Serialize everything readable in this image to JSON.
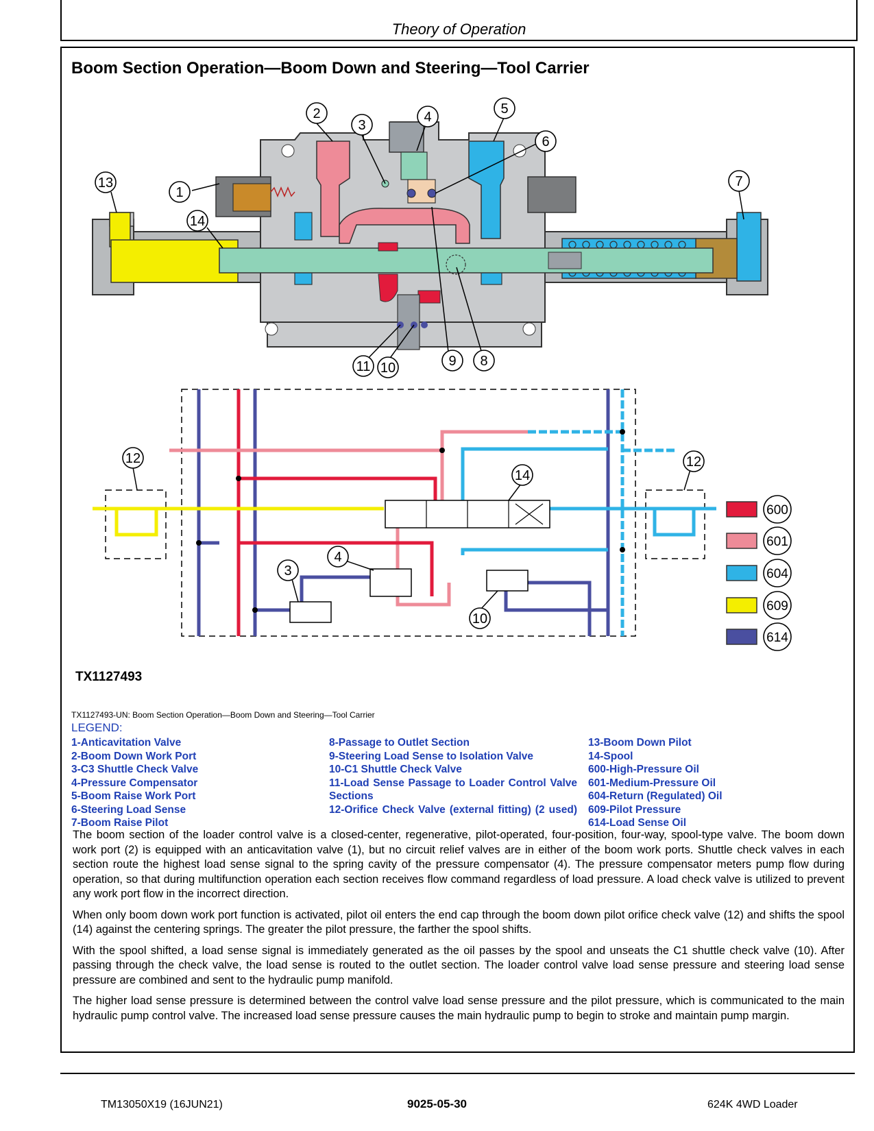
{
  "header": {
    "title": "Theory of Operation"
  },
  "section": {
    "title": "Boom Section Operation—Boom Down and Steering—Tool Carrier"
  },
  "callouts": {
    "c1": "1",
    "c2": "2",
    "c3": "3",
    "c4": "4",
    "c5": "5",
    "c6": "6",
    "c7": "7",
    "c8": "8",
    "c9": "9",
    "c10": "10",
    "c11": "11",
    "c12": "12",
    "c13": "13",
    "c14": "14"
  },
  "color_key": [
    {
      "code": "600",
      "color": "#e21b3c"
    },
    {
      "code": "601",
      "color": "#ee8b98"
    },
    {
      "code": "604",
      "color": "#2fb3e6"
    },
    {
      "code": "609",
      "color": "#f4ee00"
    },
    {
      "code": "614",
      "color": "#4a4fa0"
    }
  ],
  "figure": {
    "id": "TX1127493",
    "caption": "TX1127493-UN: Boom Section Operation—Boom Down and Steering—Tool Carrier"
  },
  "legend": {
    "heading": "LEGEND:",
    "col1": [
      "1-Anticavitation Valve",
      "2-Boom Down Work Port",
      "3-C3 Shuttle Check Valve",
      "4-Pressure Compensator",
      "5-Boom Raise Work Port",
      "6-Steering Load Sense",
      "7-Boom Raise Pilot"
    ],
    "col2": [
      "8-Passage to Outlet Section",
      "9-Steering Load Sense to Isolation Valve",
      "10-C1 Shuttle Check Valve",
      "11-Load Sense Passage to Loader Control Valve Sections",
      "12-Orifice Check Valve (external fitting) (2 used)"
    ],
    "col3": [
      "13-Boom Down Pilot",
      "14-Spool",
      "600-High-Pressure Oil",
      "601-Medium-Pressure Oil",
      "604-Return (Regulated) Oil",
      "609-Pilot Pressure",
      "614-Load Sense Oil"
    ]
  },
  "body": {
    "p1": "The boom section of the loader control valve is a closed-center, regenerative, pilot-operated, four-position, four-way, spool-type valve. The boom down work port (2) is equipped with an anticavitation valve (1), but no circuit relief valves are in either of the boom work ports. Shuttle check valves in each section route the highest load sense signal to the spring cavity of the pressure compensator (4). The pressure compensator meters pump flow during operation, so that during multifunction operation each section receives flow command regardless of load pressure. A load check valve is utilized to prevent any work port flow in the incorrect direction.",
    "p2": "When only boom down work port function is activated, pilot oil enters the end cap through the boom down pilot orifice check valve (12) and shifts the spool (14) against the centering springs. The greater the pilot pressure, the farther the spool shifts.",
    "p3": "With the spool shifted, a load sense signal is immediately generated as the oil passes by the spool and unseats the C1 shuttle check valve (10). After passing through the check valve, the load sense is routed to the outlet section. The loader control valve load sense pressure and steering load sense pressure are combined and sent to the hydraulic pump manifold.",
    "p4": "The higher load sense pressure is determined between the control valve load sense pressure and the pilot pressure, which is communicated to the main hydraulic pump control valve. The increased load sense pressure causes the main hydraulic pump to begin to stroke and maintain pump margin."
  },
  "footer": {
    "left": "TM13050X19 (16JUN21)",
    "center": "9025-05-30",
    "right": "624K 4WD Loader"
  }
}
